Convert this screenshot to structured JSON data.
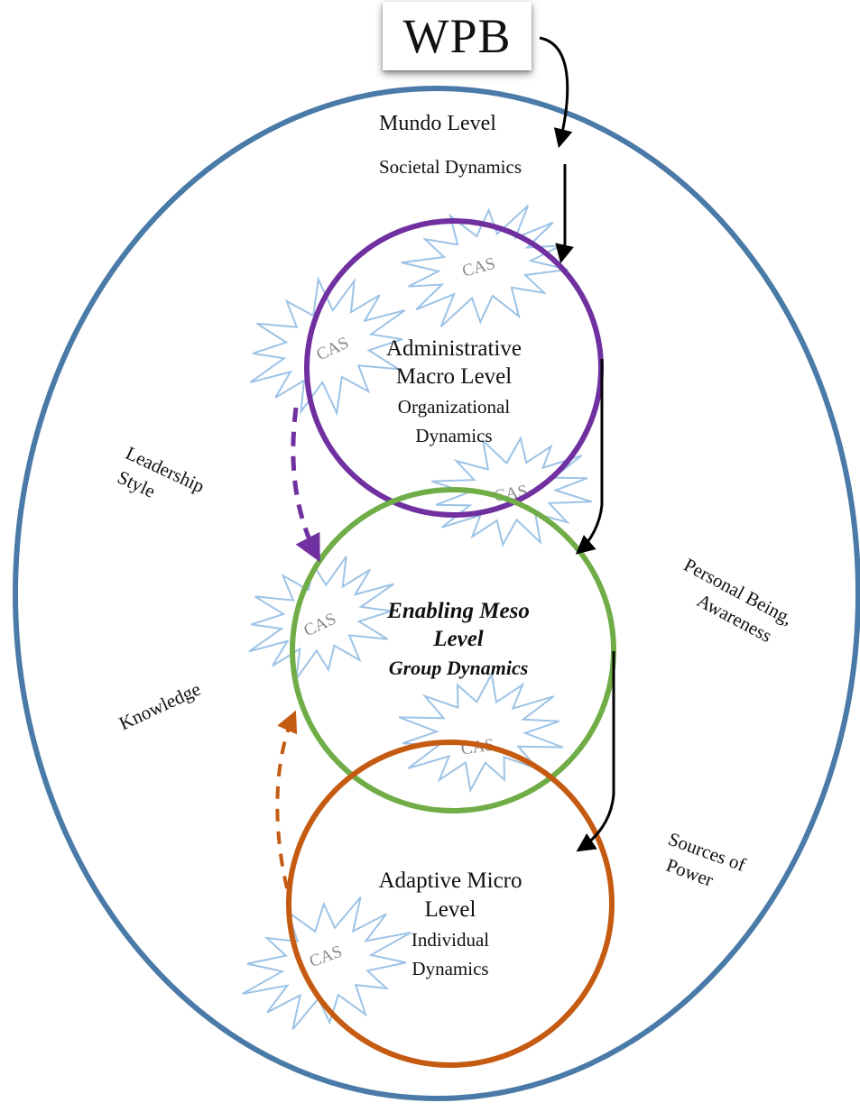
{
  "wpb": {
    "label": "WPB"
  },
  "outer": {
    "level": "Mundo Level",
    "dynamics": "Societal Dynamics",
    "color": "#4a7aa7"
  },
  "macro": {
    "title_line1": "Administrative",
    "title_line2": "Macro Level",
    "sub_line1": "Organizational",
    "sub_line2": "Dynamics",
    "color": "#7030a0"
  },
  "meso": {
    "title_line1": "Enabling Meso",
    "title_line2": "Level",
    "sub": "Group Dynamics",
    "color": "#70ad47"
  },
  "micro": {
    "title_line1": "Adaptive Micro",
    "title_line2": "Level",
    "sub_line1": "Individual",
    "sub_line2": "Dynamics",
    "color": "#c55a11"
  },
  "side_labels": {
    "leadership_line1": "Leadership",
    "leadership_line2": "Style",
    "knowledge": "Knowledge",
    "personal_line1": "Personal Being,",
    "personal_line2": "Awareness",
    "sources_line1": "Sources of",
    "sources_line2": "Power"
  },
  "cas_label": "CAS",
  "cas_color": "#9dc3e6"
}
